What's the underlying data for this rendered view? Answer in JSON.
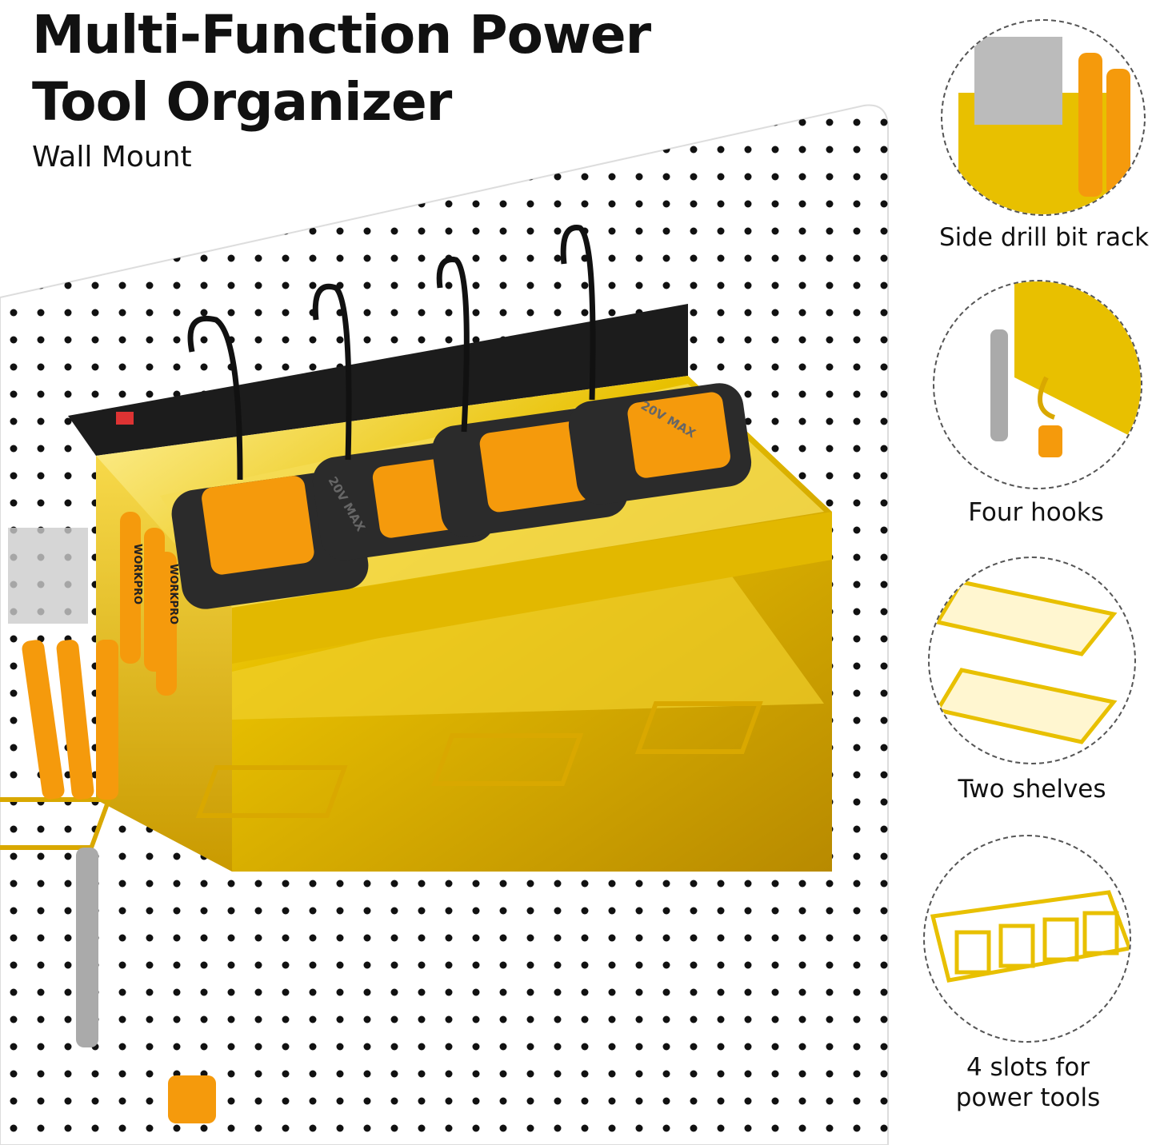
{
  "header": {
    "title_line1": "Multi-Function Power",
    "title_line2": "Tool Organizer",
    "subtitle": "Wall Mount"
  },
  "product": {
    "brand_marks": [
      "WORKPRO",
      "20V MAX"
    ],
    "colors": {
      "gold": "#e8c000",
      "orange": "#f59a0c",
      "battery_dark": "#2b2b2b",
      "power_strip": "#1c1c1c",
      "pegboard": "#ffffff",
      "peg_hole": "#111111"
    }
  },
  "features": [
    {
      "label": "Side drill bit rack",
      "icon": "drill-bit-rack"
    },
    {
      "label": "Four hooks",
      "icon": "hooks"
    },
    {
      "label": "Two shelves",
      "icon": "shelves"
    },
    {
      "label_line1": "4 slots for",
      "label_line2": "power tools",
      "icon": "tool-slots"
    }
  ]
}
